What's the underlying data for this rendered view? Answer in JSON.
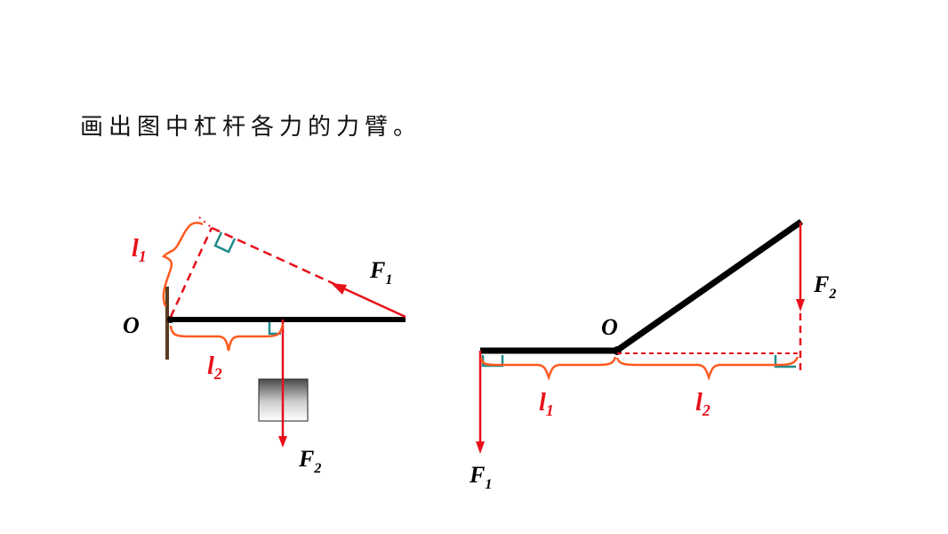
{
  "instruction": "画出图中杠杆各力的力臂。",
  "colors": {
    "lever": "#000000",
    "force": "#e8101a",
    "brace": "#ff5a1f",
    "right_angle": "#1f8a8a",
    "wall": "#5a3c1e"
  },
  "figure1": {
    "pivot": {
      "main": "O"
    },
    "force1": {
      "main": "F",
      "sub": "1"
    },
    "force2": {
      "main": "F",
      "sub": "2"
    },
    "arm1": {
      "main": "l",
      "sub": "1"
    },
    "arm2": {
      "main": "l",
      "sub": "2"
    }
  },
  "figure2": {
    "pivot": {
      "main": "O"
    },
    "force1": {
      "main": "F",
      "sub": "1"
    },
    "force2": {
      "main": "F",
      "sub": "2"
    },
    "arm1": {
      "main": "l",
      "sub": "1"
    },
    "arm2": {
      "main": "l",
      "sub": "2"
    }
  }
}
